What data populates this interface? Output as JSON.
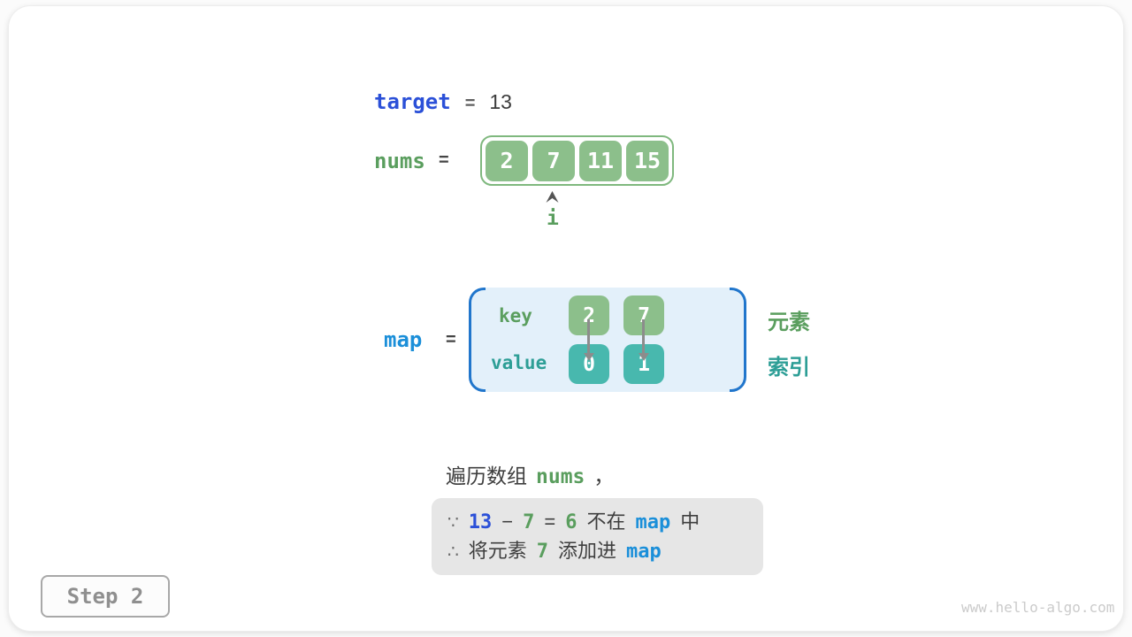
{
  "colors": {
    "royal_blue": "#2b50d8",
    "azure_blue": "#1b8fd9",
    "green": "#5a9e5e",
    "green_fill": "#8cbf8b",
    "teal": "#2d9e96",
    "teal_fill": "#48b8ae",
    "map_fill": "#e3f0fa",
    "bracket_blue": "#2176cc",
    "note_bg": "#e6e6e6"
  },
  "target": {
    "label": "target",
    "eq": "=",
    "value": "13"
  },
  "nums": {
    "label": "nums",
    "eq": "=",
    "cells": [
      "2",
      "7",
      "11",
      "15"
    ],
    "pointer_label": "i"
  },
  "map": {
    "label": "map",
    "eq": "=",
    "key_label": "key",
    "value_label": "value",
    "keys": [
      "2",
      "7"
    ],
    "values": [
      "0",
      "1"
    ],
    "element_label": "元素",
    "index_label": "索引"
  },
  "caption": {
    "prefix": "遍历数组",
    "code": "nums",
    "comma": "，"
  },
  "note": {
    "because": "∵",
    "l1_minuend": "13",
    "l1_minus": "−",
    "l1_subtrahend": "7",
    "l1_eq": "=",
    "l1_diff": "6",
    "l1_not_in": "不在",
    "l1_map": "map",
    "l1_suffix": "中",
    "therefore": "∴",
    "l2_prefix": "将元素",
    "l2_num": "7",
    "l2_mid": "添加进",
    "l2_map": "map"
  },
  "footer": {
    "step_label": "Step 2",
    "watermark": "www.hello-algo.com"
  }
}
